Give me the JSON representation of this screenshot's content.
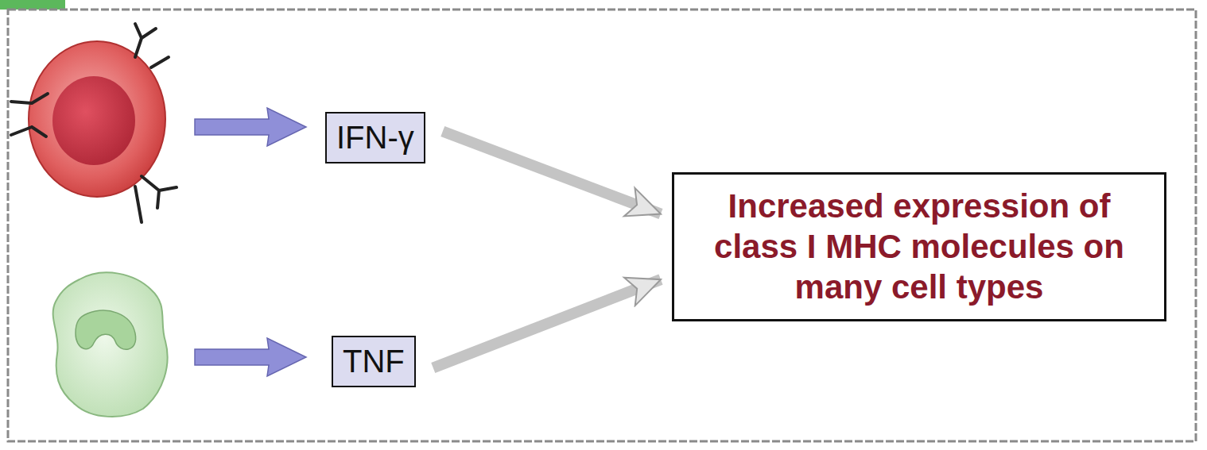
{
  "diagram": {
    "nodes": [
      {
        "text": [
          "IFN-γ"
        ]
      },
      {
        "text": [
          "TNF"
        ]
      },
      {
        "text": [
          "Increased expression of class I MHC molecules on many cell types"
        ]
      }
    ],
    "edges": [
      {
        "from": 0,
        "to": 2,
        "arrow": "to"
      },
      {
        "from": 1,
        "to": 2,
        "arrow": "to"
      }
    ]
  }
}
